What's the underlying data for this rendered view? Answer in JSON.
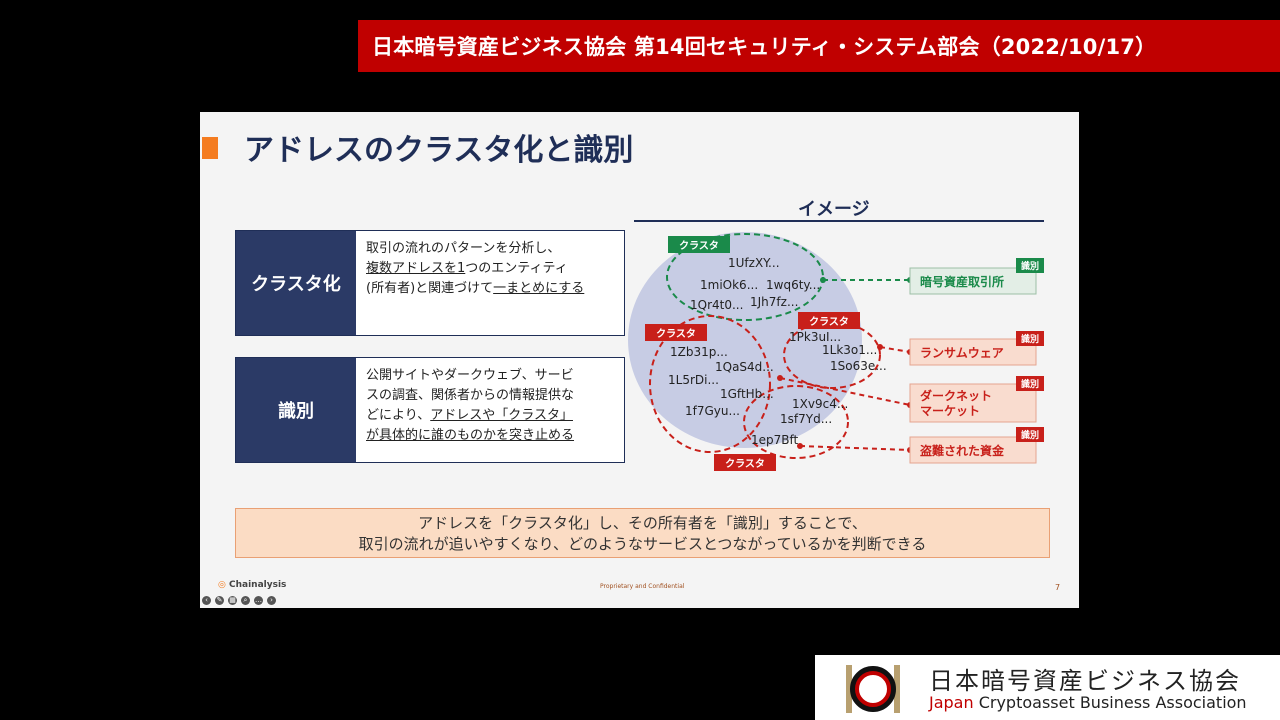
{
  "banner": {
    "text": "日本暗号資産ビジネス協会 第14回セキュリティ・システム部会（2022/10/17）"
  },
  "slide": {
    "title": "アドレスのクラスタ化と識別",
    "image_label": "イメージ",
    "clustering": {
      "head": "クラスタ化",
      "line1": "取引の流れのパターンを分析し、",
      "line2_u": "複数アドレスを1",
      "line2": "つのエンティティ",
      "line3": "(所有者)と関連づけて",
      "line3_u": "一まとめにする"
    },
    "identification": {
      "head": "識別",
      "line1": "公開サイトやダークウェブ、サービ",
      "line2": "スの調査、関係者からの情報提供な",
      "line3": "どにより、",
      "line3_u": "アドレスや「クラスタ」",
      "line4_u": "が具体的に誰のものかを突き止める"
    },
    "diagram": {
      "cluster_tag": "クラスタ",
      "id_tag": "識別",
      "green_addresses": [
        "1UfzXY...",
        "1miOk6...",
        "1wq6ty...",
        "1Qr4t0...",
        "1Jh7fz..."
      ],
      "left_addresses": [
        "1Zb31p...",
        "1QaS4d...",
        "1L5rDi...",
        "1GftHb...",
        "1f7Gyu..."
      ],
      "right_addresses": [
        "1Pk3uI...",
        "1Lk3o1...",
        "1So63e..."
      ],
      "bottom_addresses": [
        "1Xv9c4...",
        "1sf7Yd...",
        "1ep7Bft"
      ],
      "entities": [
        "暗号資産取引所",
        "ランサムウェア",
        "ダークネット",
        "マーケット",
        "盗難された資金"
      ]
    },
    "bottom_line1": "アドレスを「クラスタ化」し、その所有者を「識別」することで、",
    "bottom_line2": "取引の流れが追いやすくなり、どのようなサービスとつながっているかを判断できる",
    "footer_logo": "Chainalysis",
    "footer_center": "Proprietary and Confidential",
    "footer_page": "7"
  },
  "org": {
    "name_jp": "日本暗号資産ビジネス協会",
    "name_en_j": "Japan",
    "name_en_rest": " Cryptoasset Business Association"
  },
  "colors": {
    "banner": "#c00000",
    "navy": "#1f2e57",
    "green": "#1a8a4a",
    "red": "#c8201a",
    "accent": "#f47c20"
  }
}
